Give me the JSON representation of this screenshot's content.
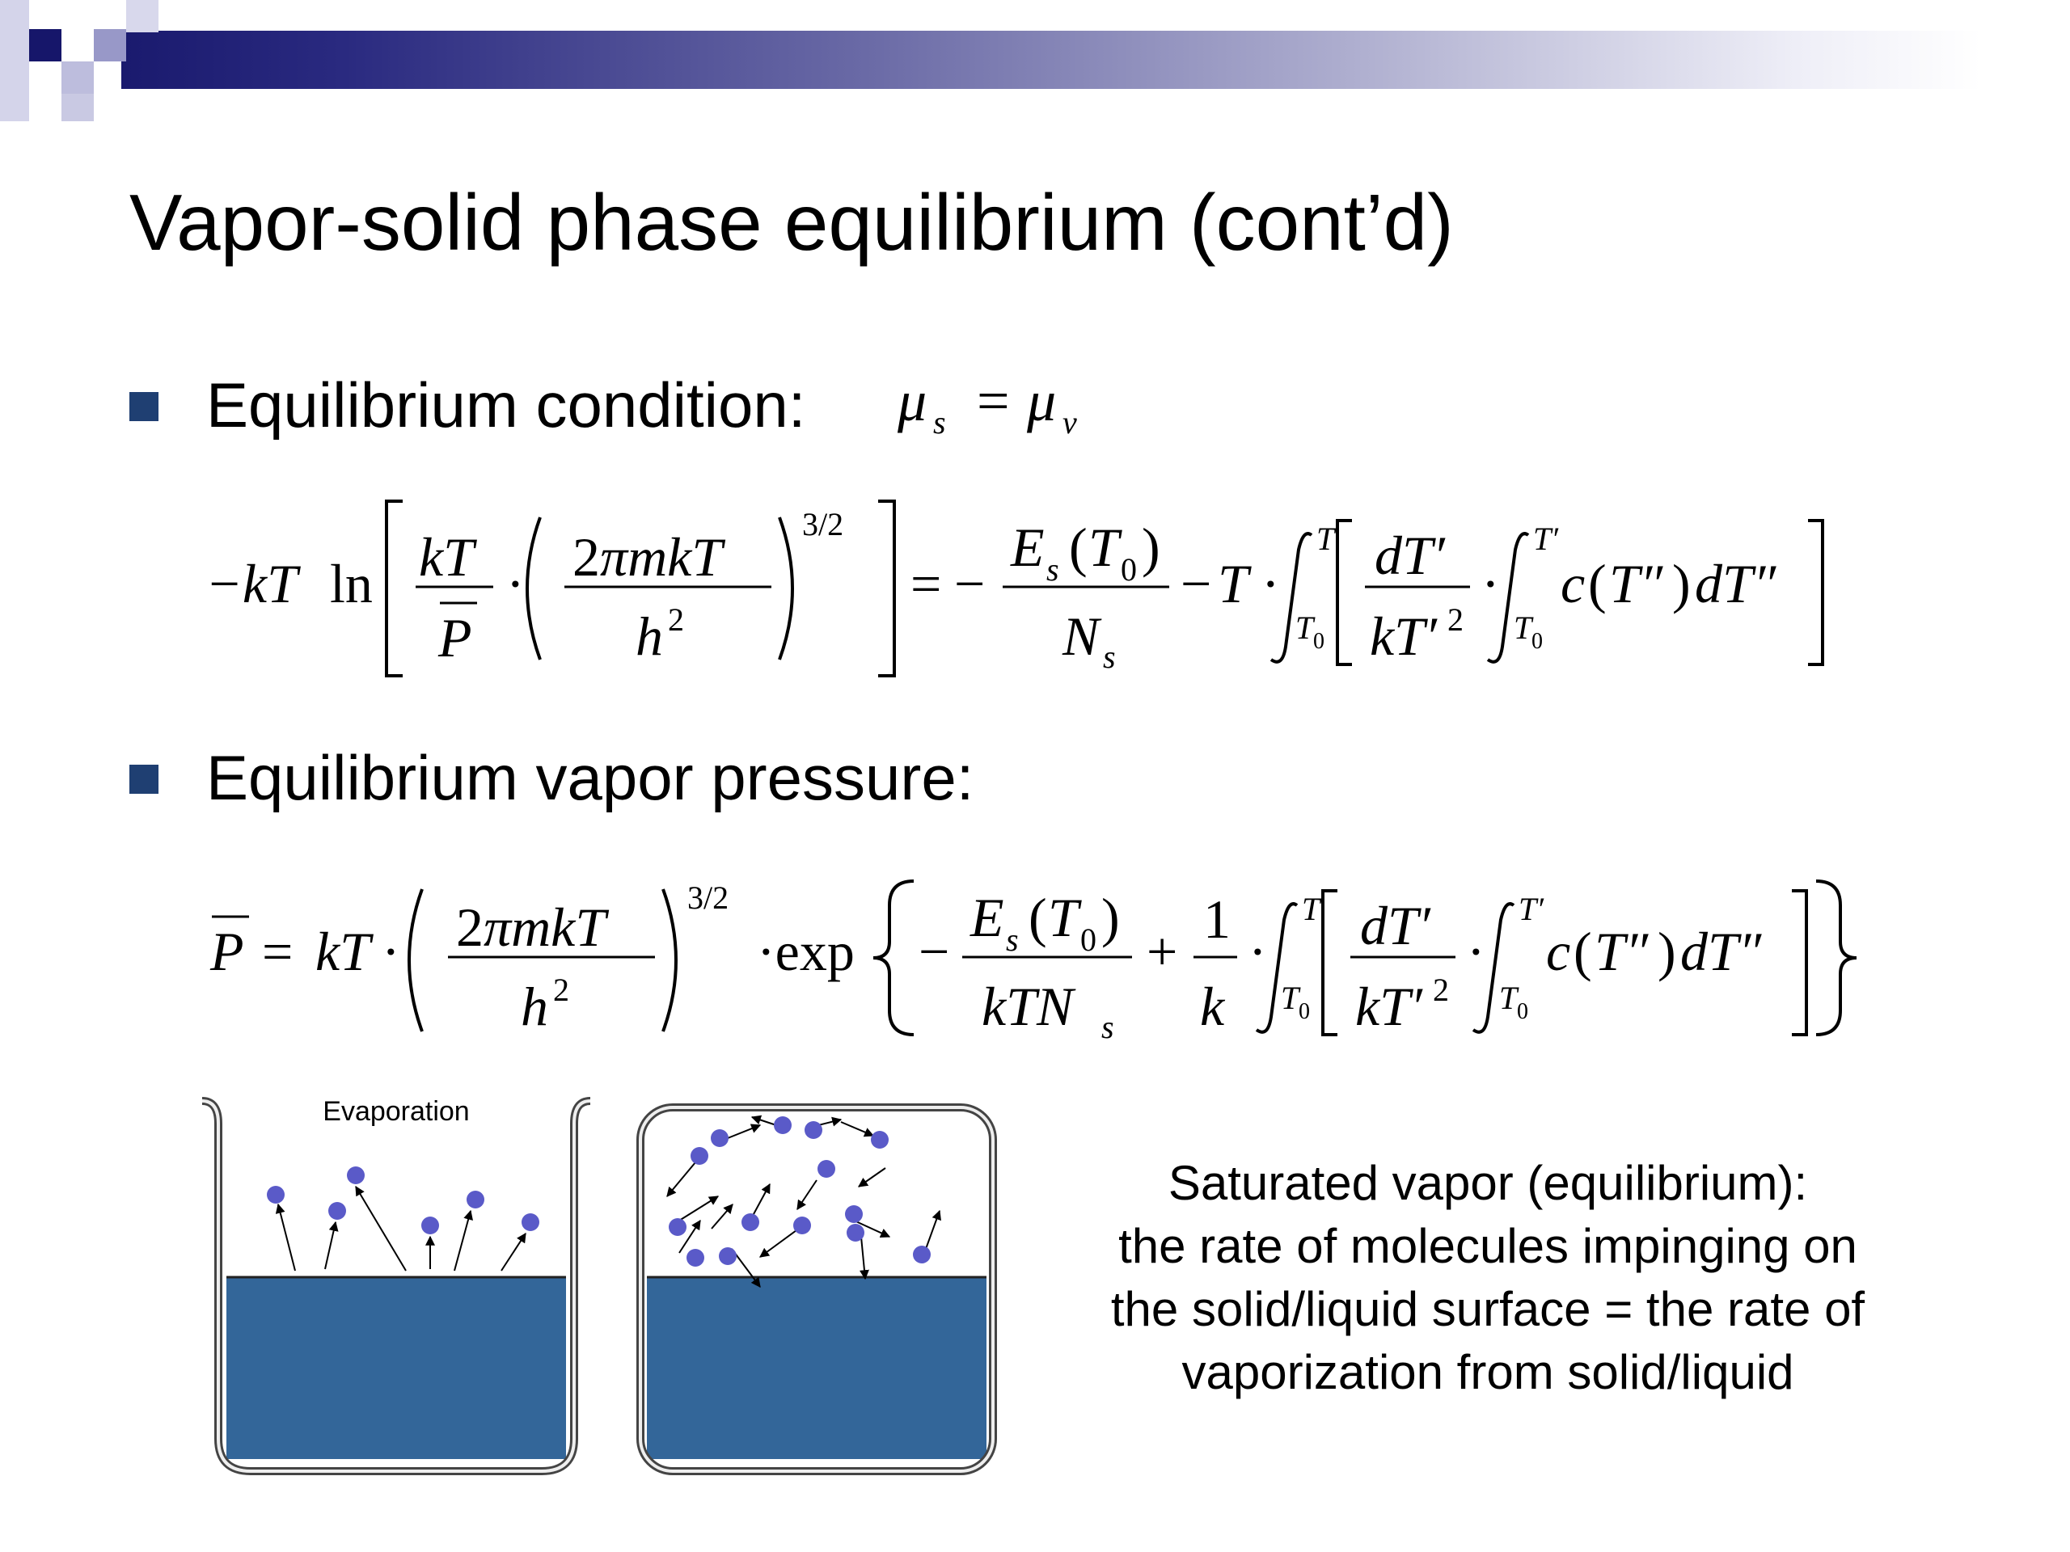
{
  "slide": {
    "title": "Vapor-solid phase equilibrium (cont’d)"
  },
  "bullets": [
    {
      "text": "Equilibrium condition:"
    },
    {
      "text": "Equilibrium vapor pressure:"
    }
  ],
  "equations": {
    "condition": "μs = μv",
    "eq1": "−kT ln[(kT/P̄)·(2πmkT/h²)^(3/2)] = −Es(T0)/Ns − T·∫T0^T [dT′/kT′²·∫T0^T′ c(T″)dT″]",
    "eq2": "P̄ = kT·(2πmkT/h²)^(3/2)·exp{−Es(T0)/(kTNs) + (1/k)·∫T0^T [dT′/kT′²·∫T0^T′ c(T″)dT″]}"
  },
  "figure": {
    "left_label": "Evaporation",
    "liquid_color": "#336699",
    "molecule_color": "#5a5ac8"
  },
  "caption": {
    "lines": [
      "Saturated vapor (equilibrium):",
      "the rate of molecules impinging on",
      "the solid/liquid surface = the rate of",
      "vaporization from solid/liquid"
    ]
  }
}
